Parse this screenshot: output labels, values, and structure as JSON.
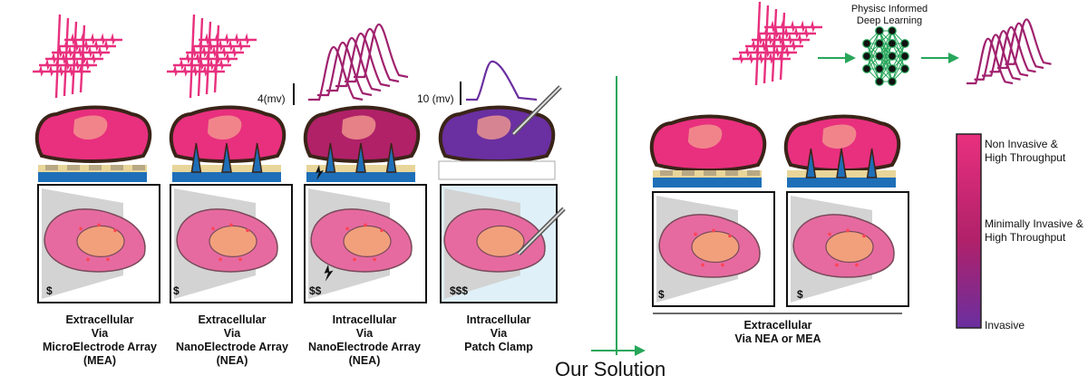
{
  "panels": [
    {
      "id": "mea",
      "title_lines": [
        "Extracellular",
        "Via",
        "MicroElectrode Array",
        "(MEA)"
      ],
      "cost": "$",
      "color": "#e8307e"
    },
    {
      "id": "nea-extra",
      "title_lines": [
        "Extracellular",
        "Via",
        "NanoElectrode Array",
        "(NEA)"
      ],
      "cost": "$",
      "color": "#e8307e"
    },
    {
      "id": "nea-intra",
      "title_lines": [
        "Intracellular",
        "Via",
        "NanoElectrode Array",
        "(NEA)"
      ],
      "cost": "$$",
      "color": "#b02168",
      "scale": "4(mv)"
    },
    {
      "id": "patch",
      "title_lines": [
        "Intracellular",
        "Via",
        "Patch Clamp"
      ],
      "cost": "$$$",
      "color": "#6a2fa0",
      "scale": "10 (mv)"
    }
  ],
  "solution": {
    "label": "Our Solution",
    "group_lines": [
      "Extracellular",
      "Via NEA or MEA"
    ],
    "model_title": [
      "Physisc Informed",
      "Deep Learning"
    ],
    "costs": [
      "$",
      "$"
    ]
  },
  "legend": {
    "top": [
      "Non Invasive &",
      "High Throughput"
    ],
    "middle": [
      "Minimally Invasive &",
      "High Throughput"
    ],
    "bottom": "Invasive",
    "colors": [
      "#e8307e",
      "#b0216a",
      "#6a2fa0"
    ]
  },
  "icons": [
    "lightning-icon",
    "pipette-icon",
    "neural-network-icon",
    "arrow-icon"
  ]
}
